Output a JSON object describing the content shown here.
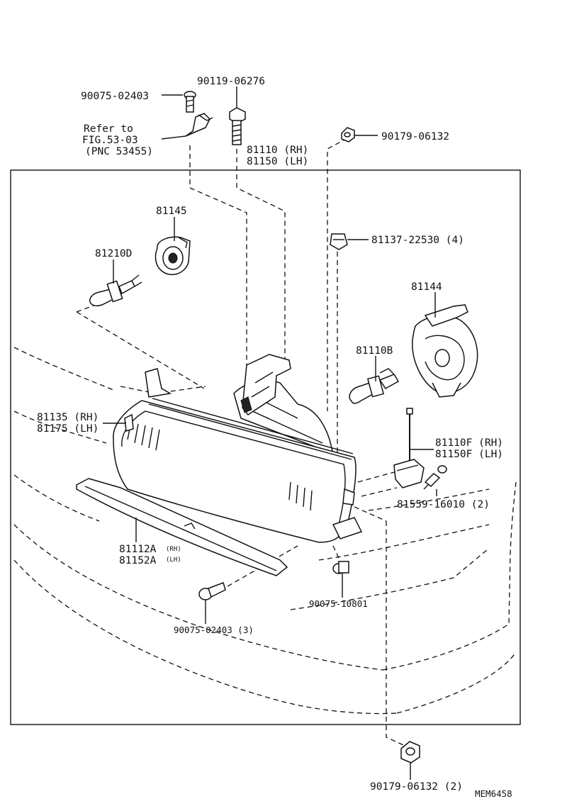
{
  "labels": {
    "p_90075_02403": "90075-02403",
    "p_90119_06276": "90119-06276",
    "refer_1": "Refer to",
    "refer_2": "FIG.53-03",
    "refer_3": "(PNC 53455)",
    "p_90179_06132": "90179-06132",
    "p_81110_rh": "81110 (RH)",
    "p_81150_lh": "81150 (LH)",
    "p_81145": "81145",
    "p_81210d": "81210D",
    "p_81137": "81137-22530 (4)",
    "p_81144": "81144",
    "p_81110b": "81110B",
    "p_81135_rh": "81135 (RH)",
    "p_81175_lh": "81175 (LH)",
    "p_81110f_rh": "81110F (RH)",
    "p_81150f_lh": "81150F (LH)",
    "p_81559": "81559-16010 (2)",
    "p_81112a": "81112A",
    "p_81112a_rh": "(RH)",
    "p_81152a": "81152A",
    "p_81152a_lh": "(LH)",
    "p_90075_10801": "90075-10801",
    "p_90075_02403_3": "90075-02403 (3)",
    "p_90179_06132_2": "90179-06132 (2)",
    "code": "MEM6458"
  }
}
